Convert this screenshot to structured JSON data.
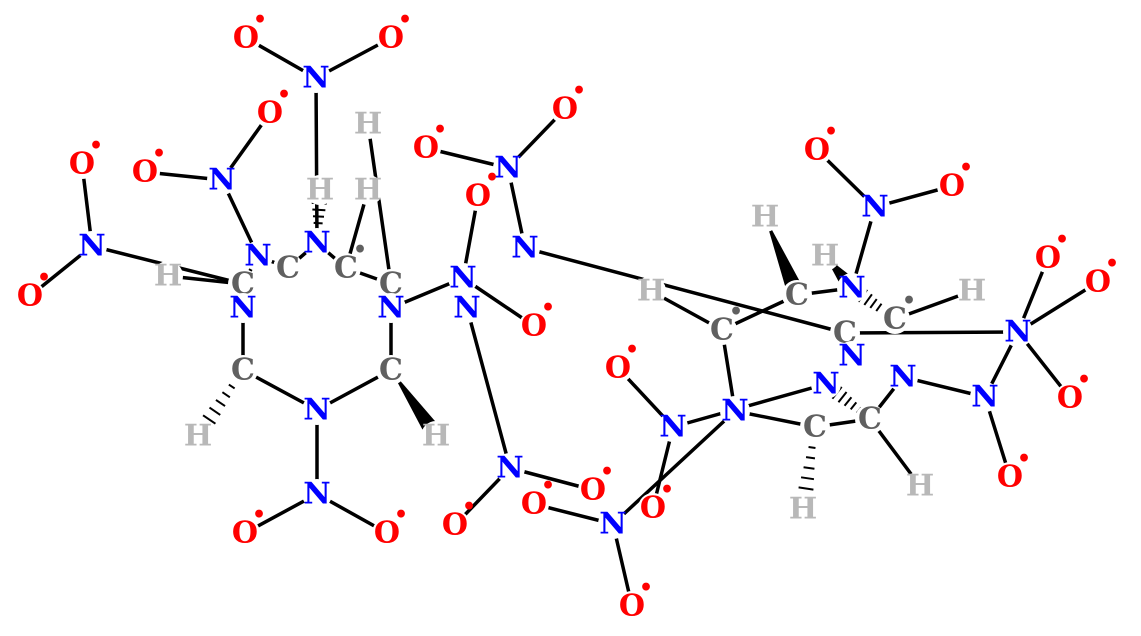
{
  "colors": {
    "N": "#0000ff",
    "O": "#ff0000",
    "C": "#606060",
    "H": "#b8b8b8",
    "bond": "#000000"
  },
  "labels": {
    "N": "N",
    "O": "O",
    "C": "C",
    "H": "H"
  },
  "radical_symbol": "•"
}
